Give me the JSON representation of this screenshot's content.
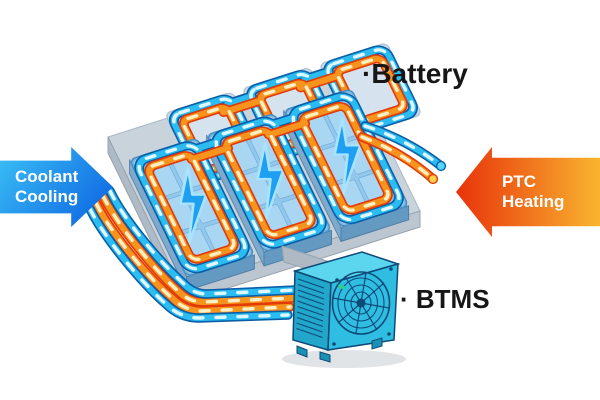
{
  "labels": {
    "battery": "·Battery",
    "btms": "· BTMS"
  },
  "arrows": {
    "left": {
      "line1": "Coolant",
      "line2": "Cooling",
      "direction": "right",
      "color_start": "#3BC0F6",
      "color_end": "#0A5FE0",
      "text_color": "#FFFFFF"
    },
    "right": {
      "line1": "PTC",
      "line2": "Heating",
      "direction": "left",
      "color_start": "#E8330A",
      "color_end": "#F9B42F",
      "text_color": "#FFFFFF"
    }
  },
  "scene": {
    "battery_modules_front": 3,
    "battery_modules_back": 3,
    "lightning_bolt_count": 3,
    "coolant_pipe_color": "#2BBDF2",
    "coolant_pipe_outline": "#0B5FA8",
    "heating_pipe_color": "#F7941E",
    "heating_pipe_outline": "#E23A08",
    "module_top_color": "#79B9E2",
    "back_module_color": "#C9DAE9",
    "bolt_color": "#1E9FF2",
    "btms_unit_color": "#2FBEE2",
    "btms_line_color": "#0E4A78",
    "base_tray_color": "#C9D3DC",
    "background_color": "#FFFFFF"
  }
}
